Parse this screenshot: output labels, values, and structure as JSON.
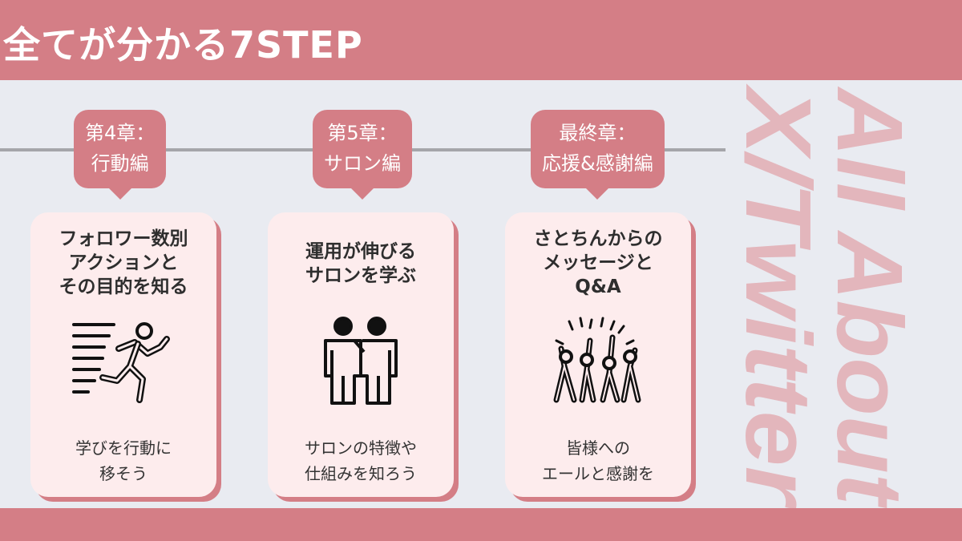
{
  "header": {
    "title": "全てが分かる7STEP"
  },
  "watermark": {
    "line1": "All About",
    "line2": "X/Twitter",
    "color": "#e3b6bc"
  },
  "colors": {
    "accent": "#d47e86",
    "card_bg": "#fdeced",
    "page_bg": "#e9ebf1"
  },
  "steps": [
    {
      "tag": [
        "第4章：",
        "行動編"
      ],
      "title": [
        "フォロワー数別",
        "アクションと",
        "その目的を知る"
      ],
      "icon": "running-person-icon",
      "caption": [
        "学びを行動に",
        "移そう"
      ]
    },
    {
      "tag": [
        "第5章：",
        "サロン編"
      ],
      "title": [
        "運用が伸びる",
        "サロンを学ぶ"
      ],
      "icon": "two-people-icon",
      "caption": [
        "サロンの特徴や",
        "仕組みを知ろう"
      ]
    },
    {
      "tag": [
        "最終章：",
        "応援&感謝編"
      ],
      "title": [
        "さとちんからの",
        "メッセージと",
        "Q&A"
      ],
      "icon": "cheering-crowd-icon",
      "caption": [
        "皆様への",
        "エールと感謝を"
      ]
    }
  ]
}
